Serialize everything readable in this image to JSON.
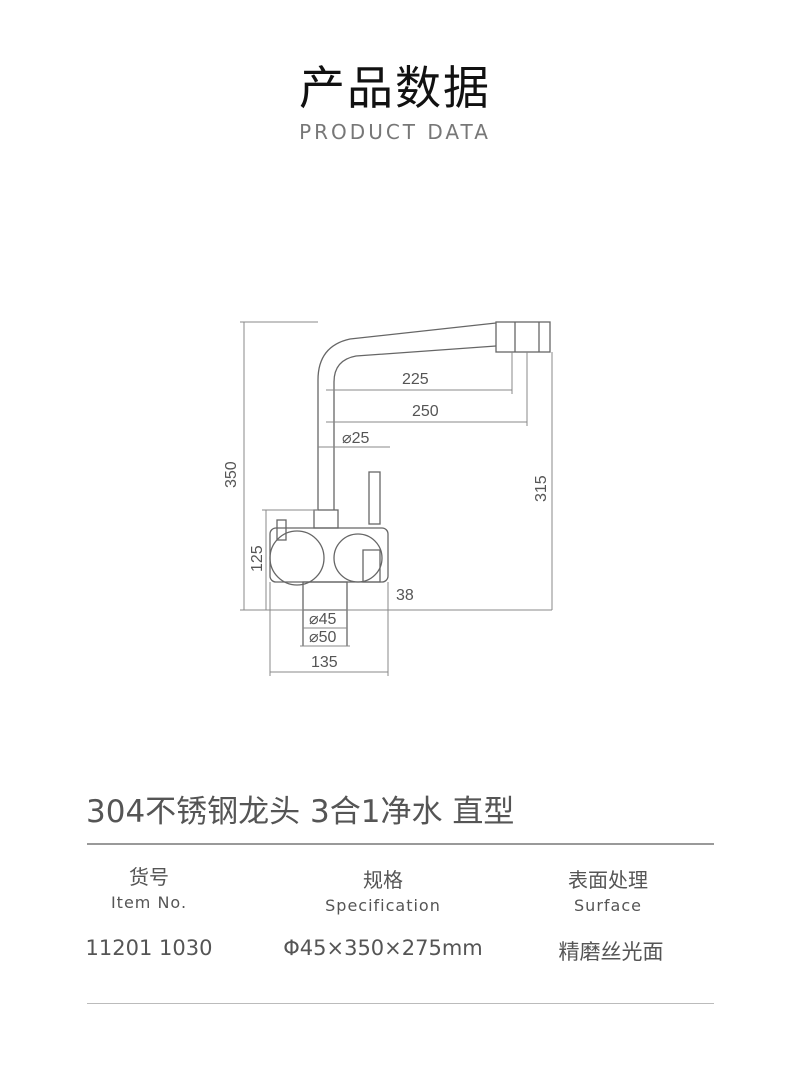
{
  "header": {
    "title_cn": "产品数据",
    "title_en": "PRODUCT DATA"
  },
  "drawing": {
    "dim_225": "225",
    "dim_250": "250",
    "dim_d25": "⌀25",
    "dim_350": "350",
    "dim_315": "315",
    "dim_125": "125",
    "dim_38": "38",
    "dim_d45": "⌀45",
    "dim_d50": "⌀50",
    "dim_135": "135"
  },
  "product": {
    "name": "304不锈钢龙头 3合1净水 直型"
  },
  "specs": {
    "columns": [
      {
        "cn": "货号",
        "en": "Item No.",
        "value": "11201 1030"
      },
      {
        "cn": "规格",
        "en": "Specification",
        "value": "Φ45×350×275mm"
      },
      {
        "cn": "表面处理",
        "en": "Surface",
        "value": "精磨丝光面"
      }
    ]
  }
}
